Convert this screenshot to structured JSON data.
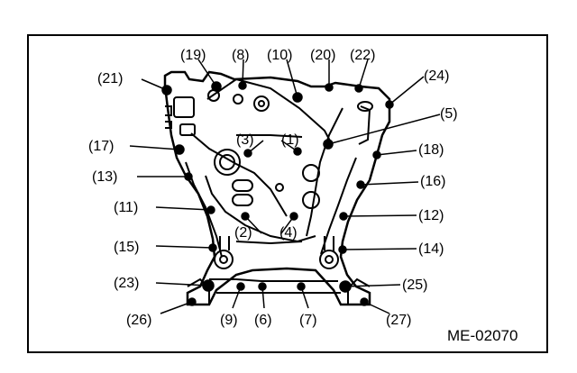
{
  "diagram": {
    "code": "ME-02070",
    "labels": [
      "(1)",
      "(2)",
      "(3)",
      "(4)",
      "(5)",
      "(6)",
      "(7)",
      "(8)",
      "(9)",
      "(10)",
      "(11)",
      "(12)",
      "(13)",
      "(14)",
      "(15)",
      "(16)",
      "(17)",
      "(18)",
      "(19)",
      "(20)",
      "(21)",
      "(22)",
      "(23)",
      "(24)",
      "(25)",
      "(26)",
      "(27)"
    ]
  }
}
